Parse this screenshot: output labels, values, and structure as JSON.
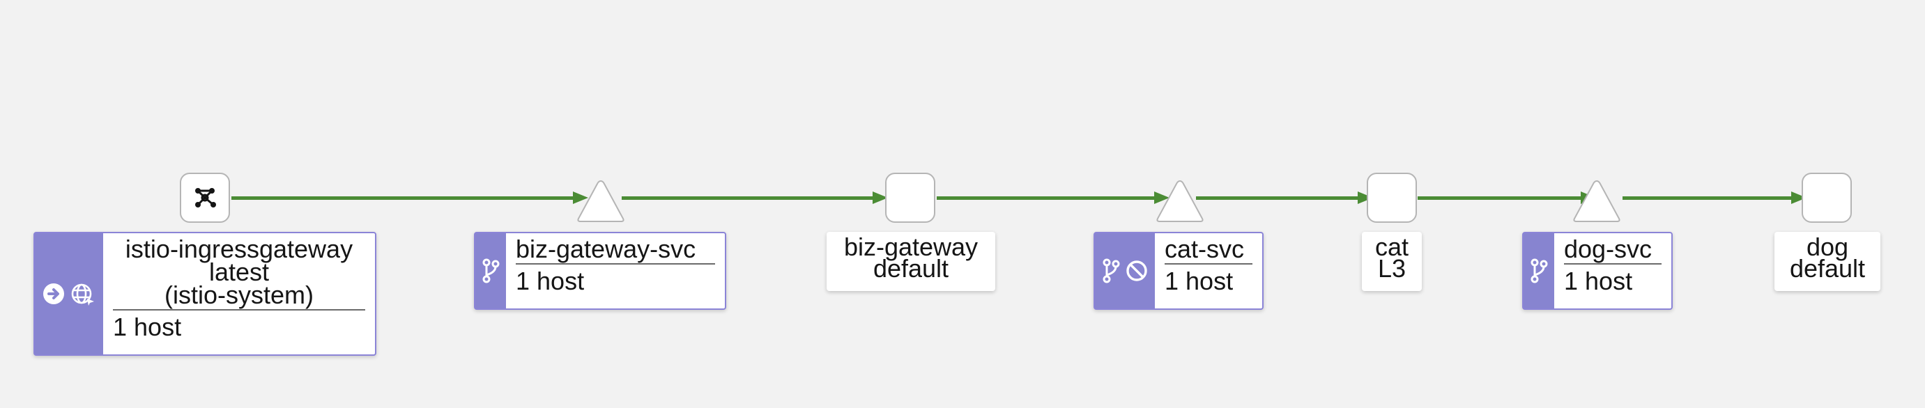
{
  "graph": {
    "nodes": [
      {
        "id": "istio-ingressgateway",
        "title_lines": [
          "istio-ingressgateway",
          "latest",
          "(istio-system)"
        ],
        "meta": "1 host",
        "icons": [
          "arrow-right-circle-icon",
          "globe-icon"
        ]
      },
      {
        "id": "biz-gateway-svc",
        "title_lines": [
          "biz-gateway-svc"
        ],
        "meta": "1 host",
        "icons": [
          "branch-icon"
        ]
      },
      {
        "id": "biz-gateway",
        "label_lines": [
          "biz-gateway",
          "default"
        ]
      },
      {
        "id": "cat-svc",
        "title_lines": [
          "cat-svc"
        ],
        "meta": "1 host",
        "icons": [
          "branch-icon",
          "block-icon"
        ]
      },
      {
        "id": "cat",
        "label_lines": [
          "cat",
          "L3"
        ]
      },
      {
        "id": "dog-svc",
        "title_lines": [
          "dog-svc"
        ],
        "meta": "1 host",
        "icons": [
          "branch-icon"
        ]
      },
      {
        "id": "dog",
        "label_lines": [
          "dog",
          "default"
        ]
      }
    ],
    "edge_color": "#4b8c35",
    "side_color": "#8784d0"
  }
}
